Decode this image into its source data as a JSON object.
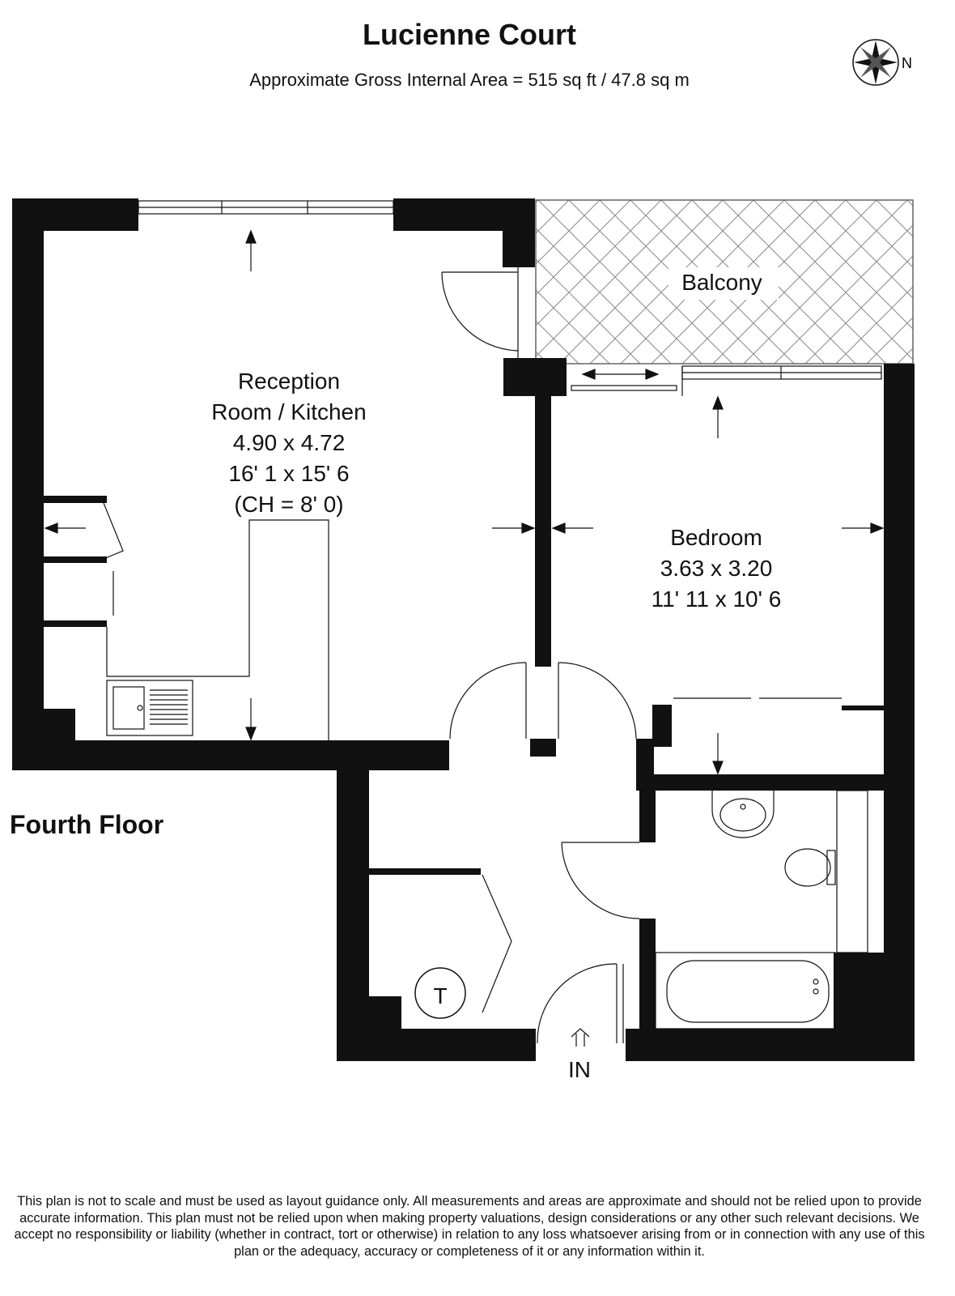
{
  "header": {
    "title": "Lucienne Court",
    "subtitle": "Approximate Gross Internal Area = 515 sq ft / 47.8 sq m"
  },
  "compass": {
    "north_label": "N",
    "icon": "compass-rose-icon"
  },
  "rooms": {
    "reception": {
      "name_line1": "Reception",
      "name_line2": "Room / Kitchen",
      "metric": "4.90 x 4.72",
      "imperial": "16' 1 x 15' 6",
      "ceiling": "(CH = 8' 0)"
    },
    "bedroom": {
      "name": "Bedroom",
      "metric": "3.63 x 3.20",
      "imperial": "11' 11 x 10' 6"
    },
    "balcony": {
      "name": "Balcony"
    }
  },
  "symbols": {
    "tank": "T",
    "entrance": "IN"
  },
  "floor_label": "Fourth Floor",
  "disclaimer": "This plan is not to scale and must be used as layout guidance only. All measurements and areas are approximate and should not be relied upon to provide accurate information. This plan must not be relied upon when making property valuations, design considerations or any other such relevant decisions. We accept no responsibility or liability (whether in contract, tort or otherwise) in relation to any loss whatsoever arising from or in connection with any use of this plan or the adequacy, accuracy or completeness of it or any information within it.",
  "colors": {
    "wall": "#111111",
    "background": "#ffffff",
    "hatch": "#888888"
  }
}
